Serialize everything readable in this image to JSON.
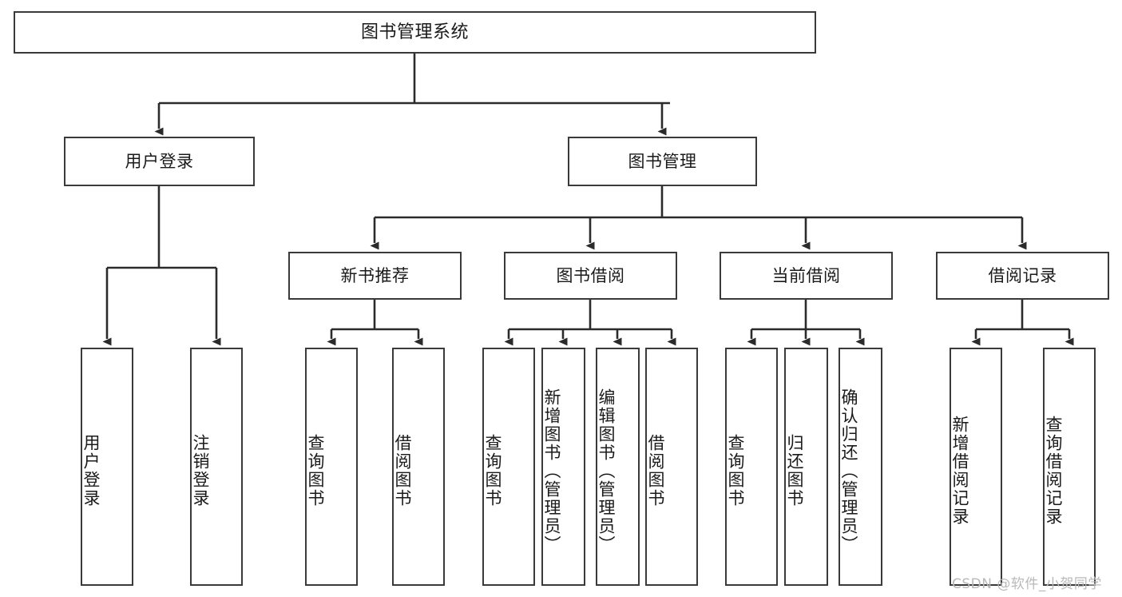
{
  "diagram": {
    "type": "tree-hierarchy",
    "title": "图书管理系统",
    "orientation": "top-down",
    "colors": {
      "node_border": "#3a3a3a",
      "node_fill": "#ffffff",
      "edge": "#2b2b2b",
      "text": "#1a1a1a",
      "watermark": "#b9b9b9",
      "background": "#ffffff"
    },
    "root": {
      "id": "root",
      "label": "图书管理系统"
    },
    "level2": [
      {
        "id": "user-login",
        "label": "用户登录"
      },
      {
        "id": "book-manage",
        "label": "图书管理"
      }
    ],
    "level3": [
      {
        "id": "new-book-recommend",
        "label": "新书推荐",
        "parent": "book-manage"
      },
      {
        "id": "book-borrow",
        "label": "图书借阅",
        "parent": "book-manage"
      },
      {
        "id": "current-borrow",
        "label": "当前借阅",
        "parent": "book-manage"
      },
      {
        "id": "borrow-record",
        "label": "借阅记录",
        "parent": "book-manage"
      }
    ],
    "leaves": [
      {
        "id": "leaf-user-login",
        "label": "用户登录",
        "parent": "user-login"
      },
      {
        "id": "leaf-logout",
        "label": "注销登录",
        "parent": "user-login"
      },
      {
        "id": "leaf-query-book-1",
        "label": "查询图书",
        "parent": "new-book-recommend"
      },
      {
        "id": "leaf-borrow-book-1",
        "label": "借阅图书",
        "parent": "new-book-recommend"
      },
      {
        "id": "leaf-query-book-2",
        "label": "查询图书",
        "parent": "book-borrow"
      },
      {
        "id": "leaf-add-book",
        "label": "新增图书（管理员）",
        "parent": "book-borrow"
      },
      {
        "id": "leaf-edit-book",
        "label": "编辑图书（管理员）",
        "parent": "book-borrow"
      },
      {
        "id": "leaf-borrow-book-2",
        "label": "借阅图书",
        "parent": "book-borrow"
      },
      {
        "id": "leaf-query-book-3",
        "label": "查询图书",
        "parent": "current-borrow"
      },
      {
        "id": "leaf-return-book",
        "label": "归还图书",
        "parent": "current-borrow"
      },
      {
        "id": "leaf-confirm-return",
        "label": "确认归还（管理员）",
        "parent": "current-borrow"
      },
      {
        "id": "leaf-add-record",
        "label": "新增借阅记录",
        "parent": "borrow-record"
      },
      {
        "id": "leaf-query-record",
        "label": "查询借阅记录",
        "parent": "borrow-record"
      }
    ],
    "watermark": "CSDN @软件_小贺同学"
  }
}
